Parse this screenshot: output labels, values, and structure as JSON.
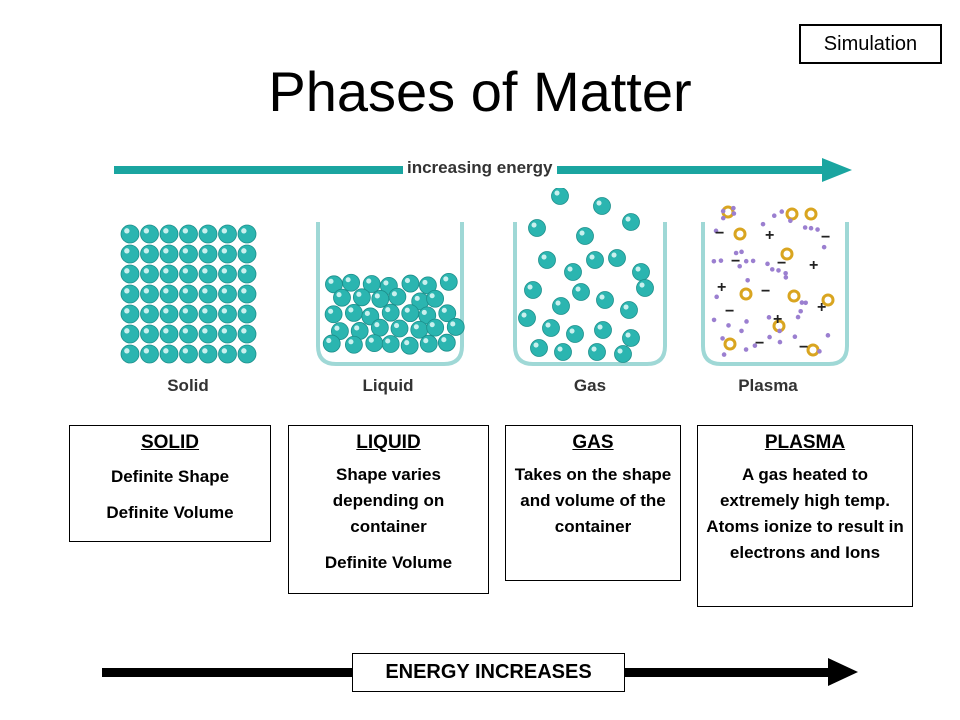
{
  "simulation_button": "Simulation",
  "title": "Phases of Matter",
  "top_arrow_label": "increasing energy",
  "phase_labels": [
    "Solid",
    "Liquid",
    "Gas",
    "Plasma"
  ],
  "boxes": [
    {
      "heading": "SOLID",
      "lines": [
        "Definite Shape",
        "Definite Volume"
      ]
    },
    {
      "heading": "LIQUID",
      "lines": [
        "Shape varies depending on container",
        "Definite Volume"
      ]
    },
    {
      "heading": "GAS",
      "lines": [
        "Takes on the shape and volume of the container"
      ]
    },
    {
      "heading": "PLASMA",
      "lines": [
        "A gas heated to extremely high temp.  Atoms ionize to result in electrons and Ions"
      ]
    }
  ],
  "bottom_arrow_label": "ENERGY INCREASES",
  "colors": {
    "particle": "#2bb5b0",
    "arrow_teal": "#1aa5a0",
    "ion": "#d9a520",
    "electron": "#9b7fd0"
  }
}
